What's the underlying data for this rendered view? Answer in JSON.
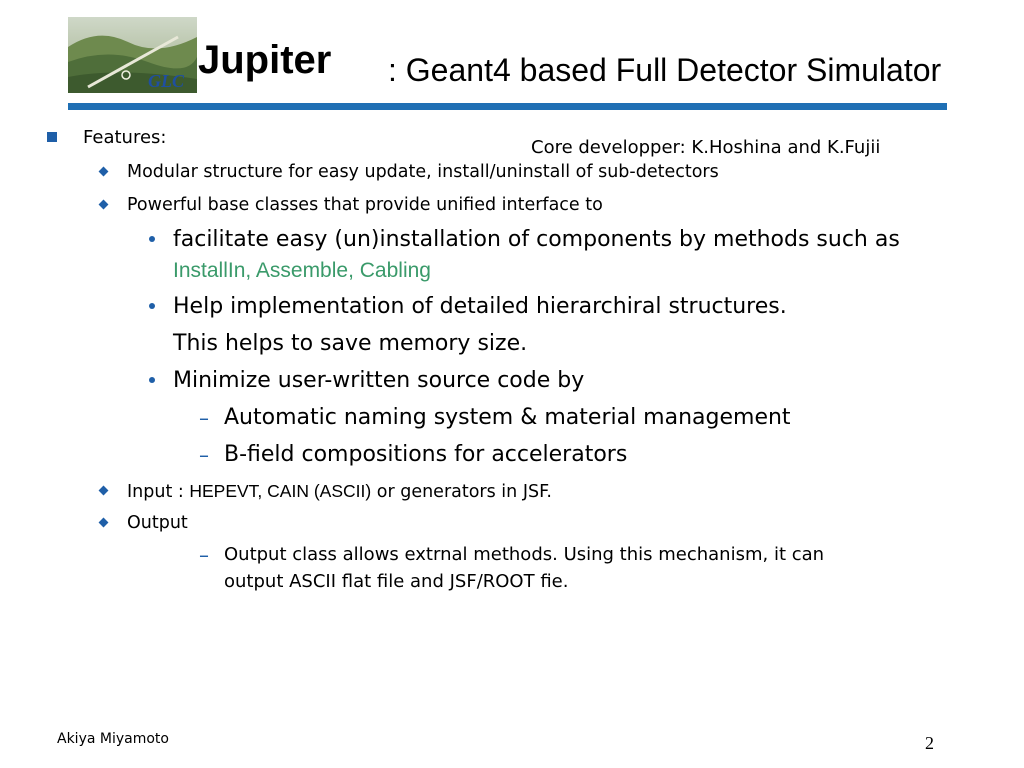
{
  "title": {
    "main": "Jupiter",
    "subtitle": ": Geant4 based Full Detector Simulator",
    "logo_text": "GLC",
    "rule_color": "#1f6fb4"
  },
  "credit": "Core developper: K.Hoshina and K.Fujii",
  "content": {
    "features_label": "Features:",
    "modular": "Modular structure for easy update, install/uninstall of sub-detectors",
    "base_classes": "Powerful base classes that provide unified interface to",
    "facilitate": "facilitate easy (un)installation of components by methods such as",
    "methods": "InstallIn, Assemble, Cabling",
    "help_impl": "Help implementation of  detailed hierarchiral structures.",
    "memory": "This helps to save memory size.",
    "minimize": "Minimize user-written source code by",
    "naming": "Automatic naming system & material management",
    "bfield": "B-field compositions for accelerators",
    "input_label": "Input  : ",
    "input_formats": "HEPEVT, CAIN (ASCII)",
    "input_rest": "  or  generators in JSF.",
    "output_label": "Output",
    "output_desc_1": "Output class allows extrnal methods.  Using this mechanism, it can",
    "output_desc_2": "output ASCII flat file and JSF/ROOT fie."
  },
  "footer": {
    "author": "Akiya Miyamoto",
    "page": "2"
  },
  "colors": {
    "accent": "#1f5fa8",
    "highlight_green": "#3a9a6a"
  }
}
